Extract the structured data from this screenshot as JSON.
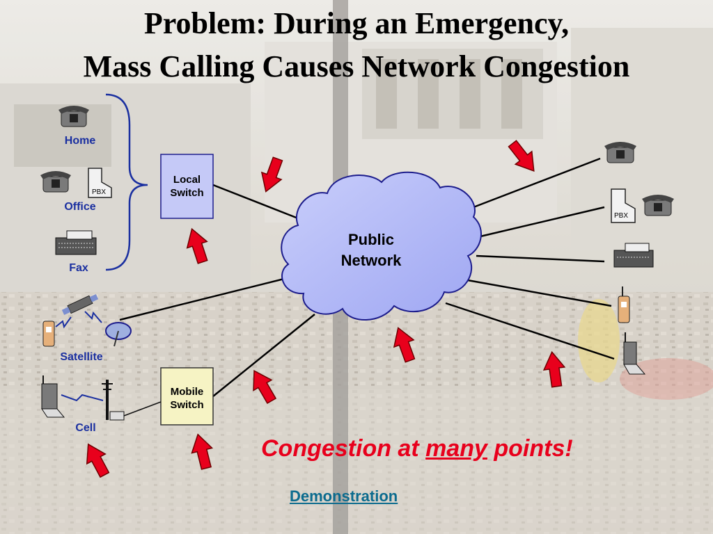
{
  "title": {
    "line1": "Problem: During an Emergency,",
    "line2": "Mass Calling Causes Network Congestion"
  },
  "labels": {
    "home": "Home",
    "office": "Office",
    "fax": "Fax",
    "satellite": "Satellite",
    "cell": "Cell",
    "pbx_left": "PBX",
    "pbx_right": "PBX"
  },
  "local_switch": {
    "line1": "Local",
    "line2": "Switch"
  },
  "mobile_switch": {
    "line1": "Mobile",
    "line2": "Switch"
  },
  "network": {
    "line1": "Public",
    "line2": "Network"
  },
  "congestion": {
    "before": "Congestion at ",
    "emphasis": "many",
    "after": " points!"
  },
  "demo_link": "Demonstration",
  "colors": {
    "arrow": "#e8001c",
    "label": "#1a2fa0",
    "cloud": "#b7bdf7",
    "local_switch": "#c5c9f7",
    "mobile_switch": "#f6f3c4"
  }
}
